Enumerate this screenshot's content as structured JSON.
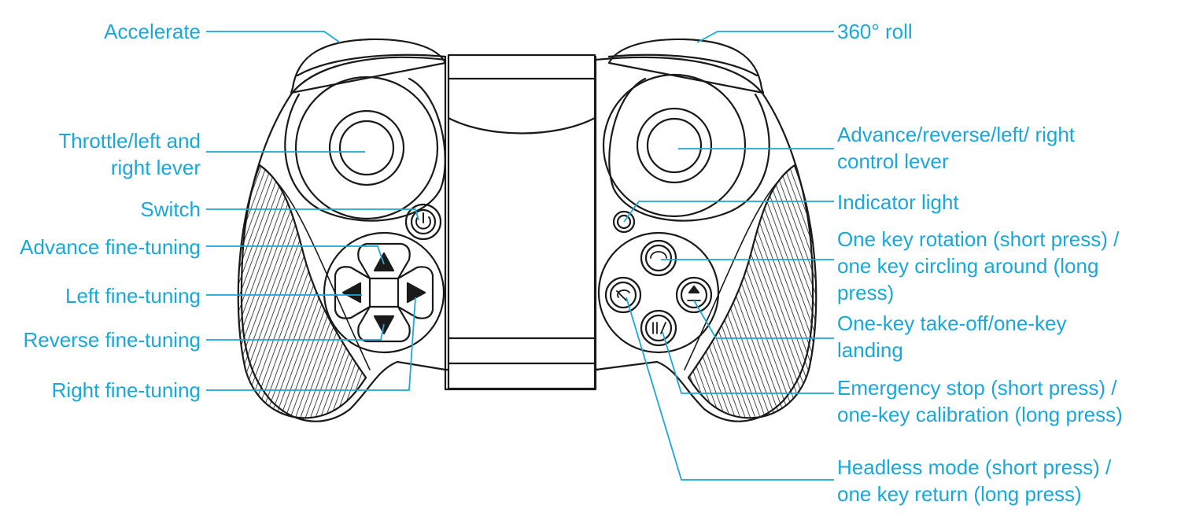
{
  "colors": {
    "label": "#1aa7d9",
    "outline": "#1a1a1a",
    "background": "#ffffff"
  },
  "labels_left": {
    "accelerate": "Accelerate",
    "throttle_1": "Throttle/left and",
    "throttle_2": "right lever",
    "switch": "Switch",
    "advance": "Advance fine-tuning",
    "left": "Left fine-tuning",
    "reverse": "Reverse fine-tuning",
    "right": "Right fine-tuning"
  },
  "labels_right": {
    "roll": "360° roll",
    "control_1": "Advance/reverse/left/ right",
    "control_2": "control lever",
    "indicator": "Indicator light",
    "rotation_1": "One key rotation (short press) /",
    "rotation_2": "one key circling around (long",
    "rotation_3": "press)",
    "takeoff_1": "One-key take-off/one-key",
    "takeoff_2": "landing",
    "stop_1": "Emergency stop (short press) /",
    "stop_2": "one-key calibration (long press)",
    "headless_1": "Headless mode (short press) /",
    "headless_2": "one key return (long press)"
  },
  "icons": {
    "left_stick": "joystick-icon",
    "right_stick": "joystick-icon",
    "power": "power-icon",
    "rotate": "rotate-icon",
    "takeoff": "takeoff-landing-icon",
    "stop": "pause-stop-icon",
    "headless": "headless-icon"
  }
}
